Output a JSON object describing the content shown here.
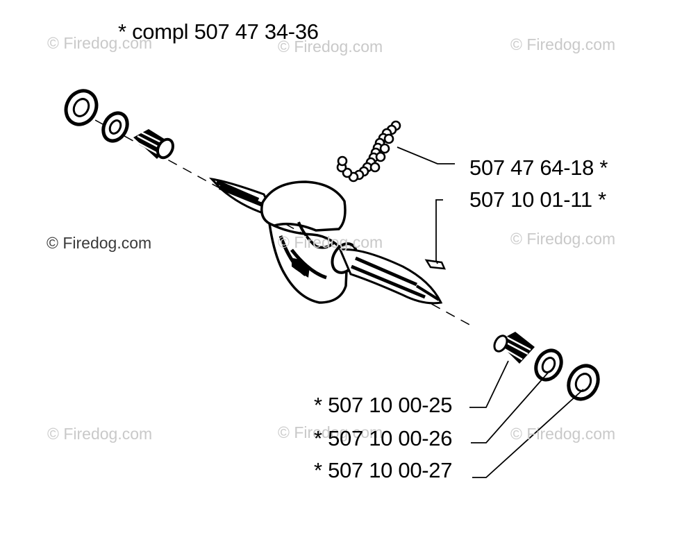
{
  "header": {
    "compl_label": "*  compl 507 47 34-36"
  },
  "parts": [
    {
      "id": "needle-bearing-chain",
      "label": "507 47 64-18  *"
    },
    {
      "id": "key",
      "label": "507 10 01-11  *"
    },
    {
      "id": "needle-bearing",
      "label": "*  507 10 00-25"
    },
    {
      "id": "thrust-washer",
      "label": "*  507 10 00-26"
    },
    {
      "id": "ball-bearing",
      "label": "*  507 10 00-27"
    }
  ],
  "watermark": {
    "text": "© Firedog.com"
  },
  "colors": {
    "ink": "#000000",
    "watermark": "#c9c9c9",
    "background": "#ffffff"
  }
}
